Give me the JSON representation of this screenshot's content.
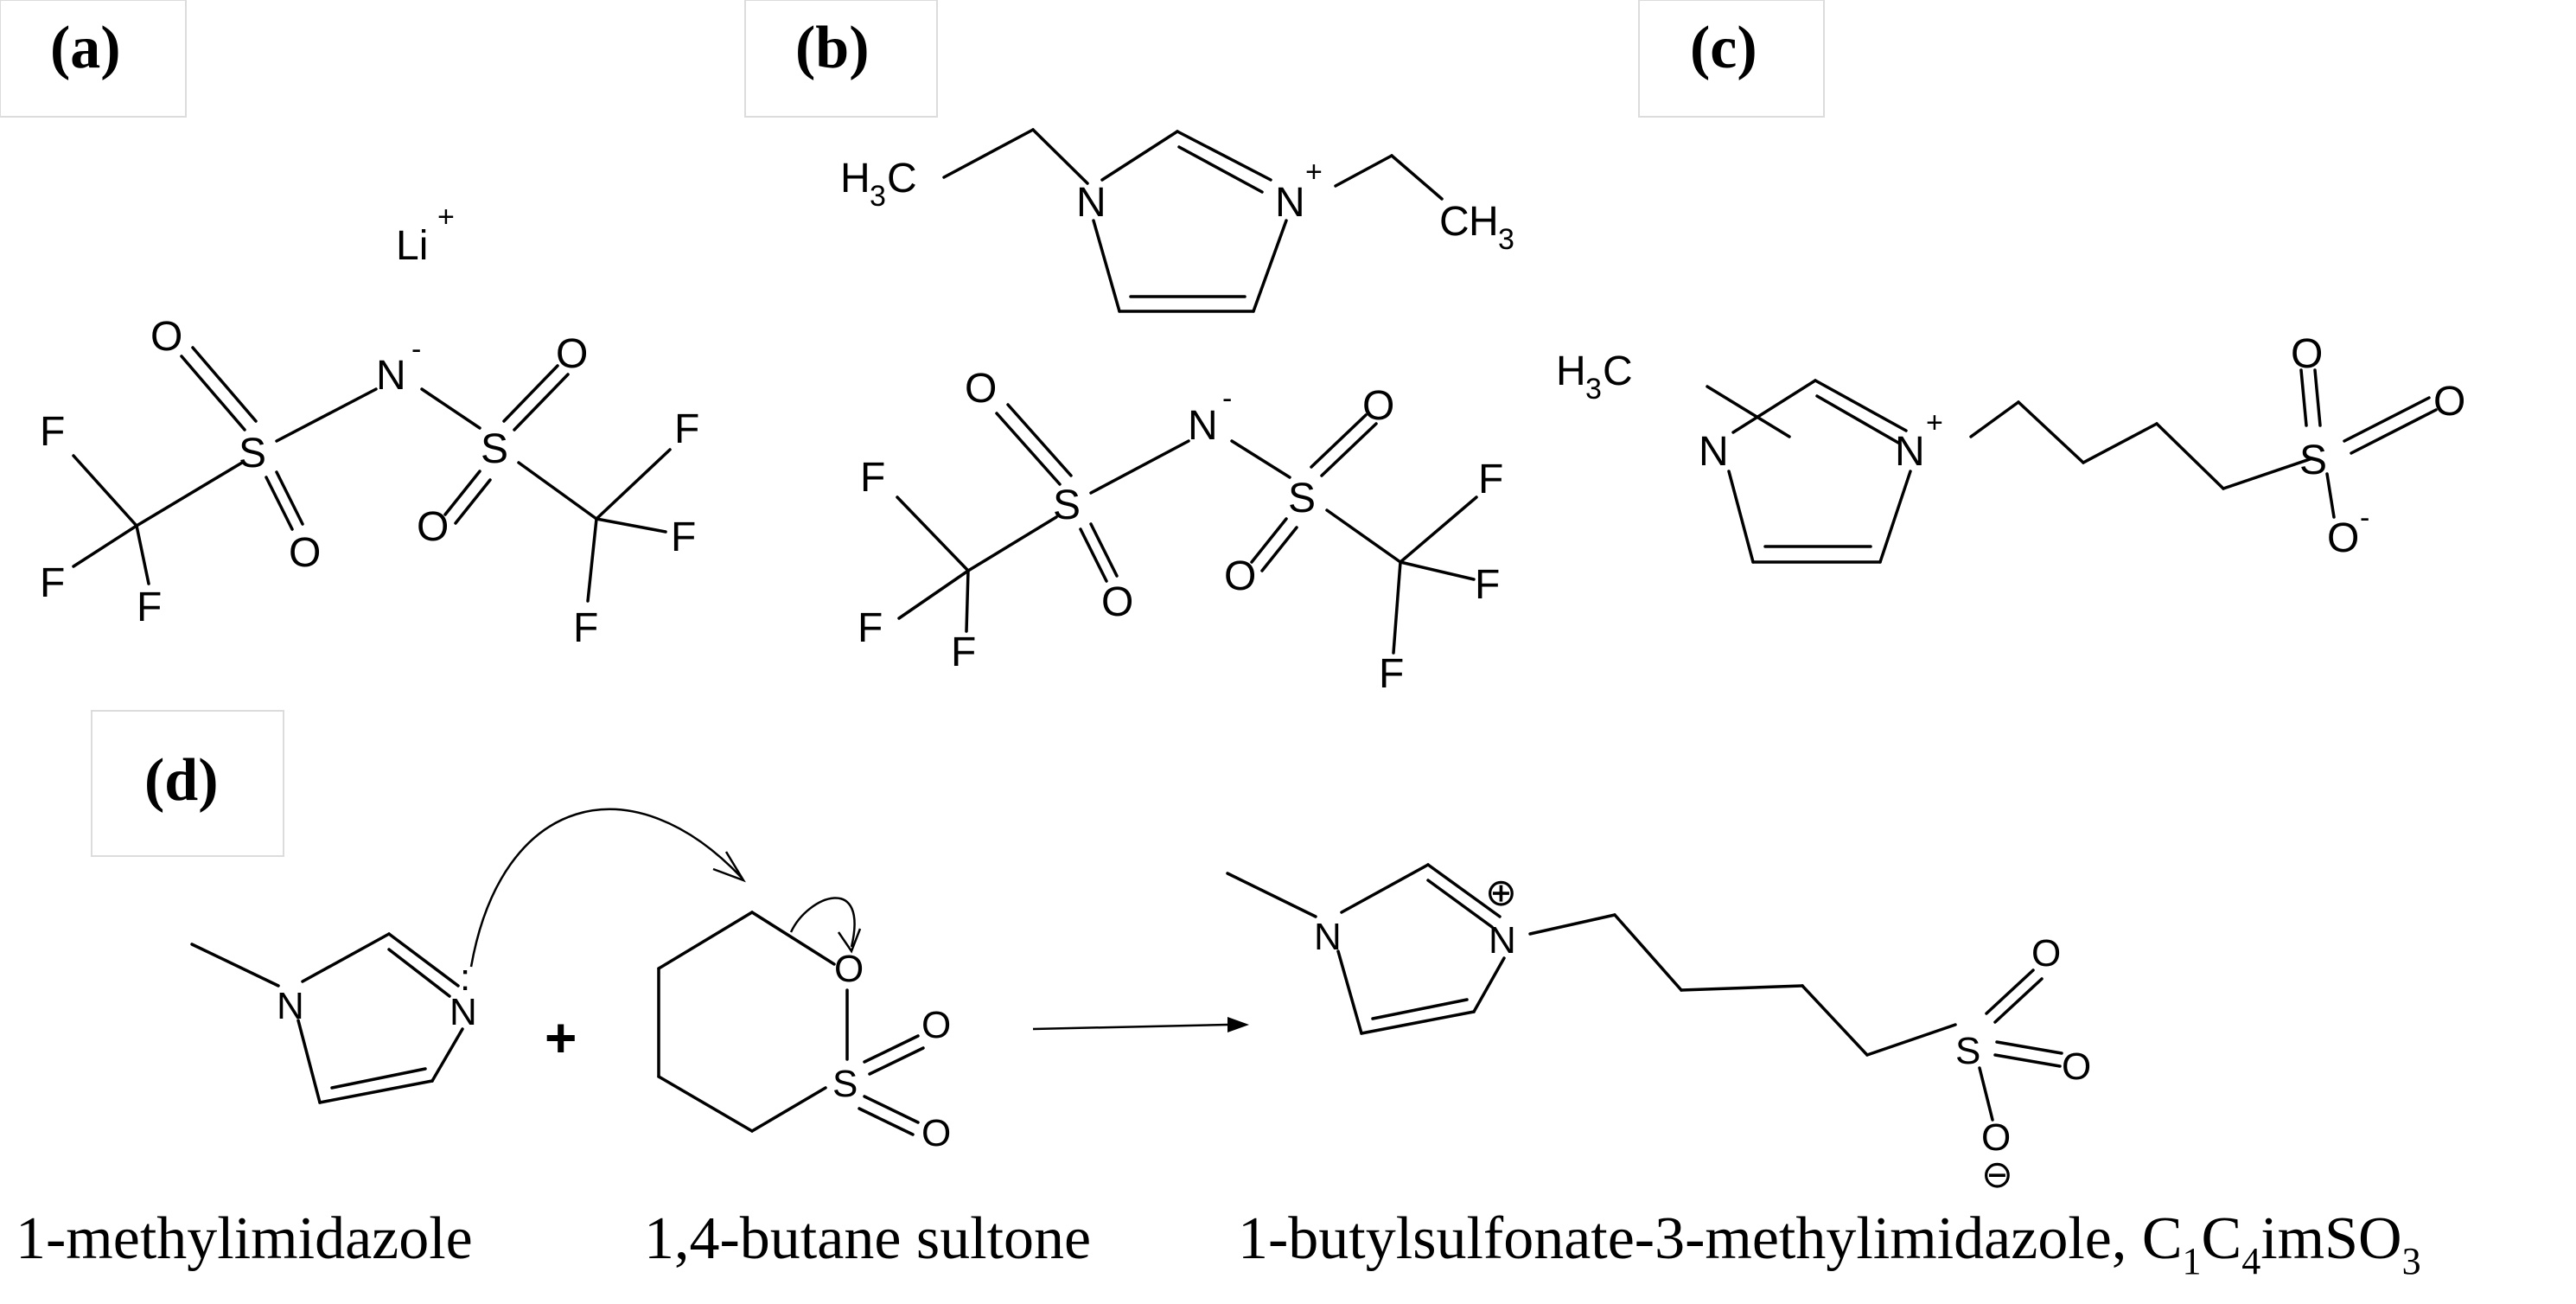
{
  "panels": {
    "a": {
      "label": "(a)"
    },
    "b": {
      "label": "(b)"
    },
    "c": {
      "label": "(c)"
    },
    "d": {
      "label": "(d)"
    }
  },
  "atoms": {
    "Li": "Li",
    "N": "N",
    "S": "S",
    "O": "O",
    "F": "F",
    "H": "H",
    "C": "C",
    "plus": "+",
    "minus": "-",
    "three": "3",
    "lone_pair": ":",
    "charge_plus_circled": "⊕",
    "charge_minus_circled": "⊖",
    "reaction_plus": "+"
  },
  "captions": {
    "reactant1": "1-methylimidazole",
    "reactant2": "1,4-butane sultone",
    "product_text": "1-butylsulfonate-3-methylimidazole, C",
    "product_sub1": "1",
    "product_c": "C",
    "product_sub2": "4",
    "product_im": "imSO",
    "product_sub3": "3"
  }
}
